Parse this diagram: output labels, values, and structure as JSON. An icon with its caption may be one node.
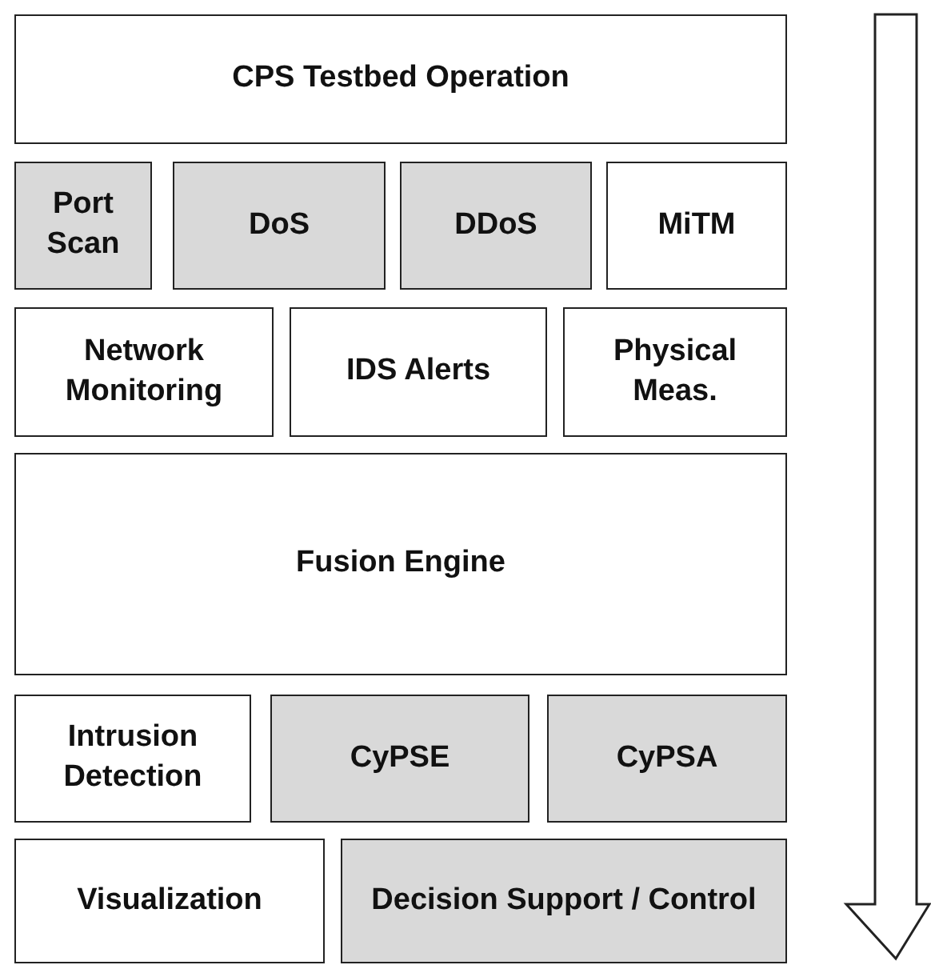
{
  "diagram": {
    "nodes": [
      {
        "text": [
          "CPS Testbed Operation"
        ]
      },
      {
        "text": [
          "Port Scan"
        ]
      },
      {
        "text": [
          "DoS"
        ]
      },
      {
        "text": [
          "DDoS"
        ]
      },
      {
        "text": [
          "MiTM"
        ]
      },
      {
        "text": [
          "Network Monitoring"
        ]
      },
      {
        "text": [
          "IDS Alerts"
        ]
      },
      {
        "text": [
          "Physical Meas."
        ]
      },
      {
        "text": [
          "Fusion Engine"
        ]
      },
      {
        "text": [
          "Intrusion Detection"
        ]
      },
      {
        "text": [
          "CyPSE"
        ]
      },
      {
        "text": [
          "CyPSA"
        ]
      },
      {
        "text": [
          "Visualization"
        ]
      },
      {
        "text": [
          "Decision Support / Control"
        ]
      }
    ]
  }
}
